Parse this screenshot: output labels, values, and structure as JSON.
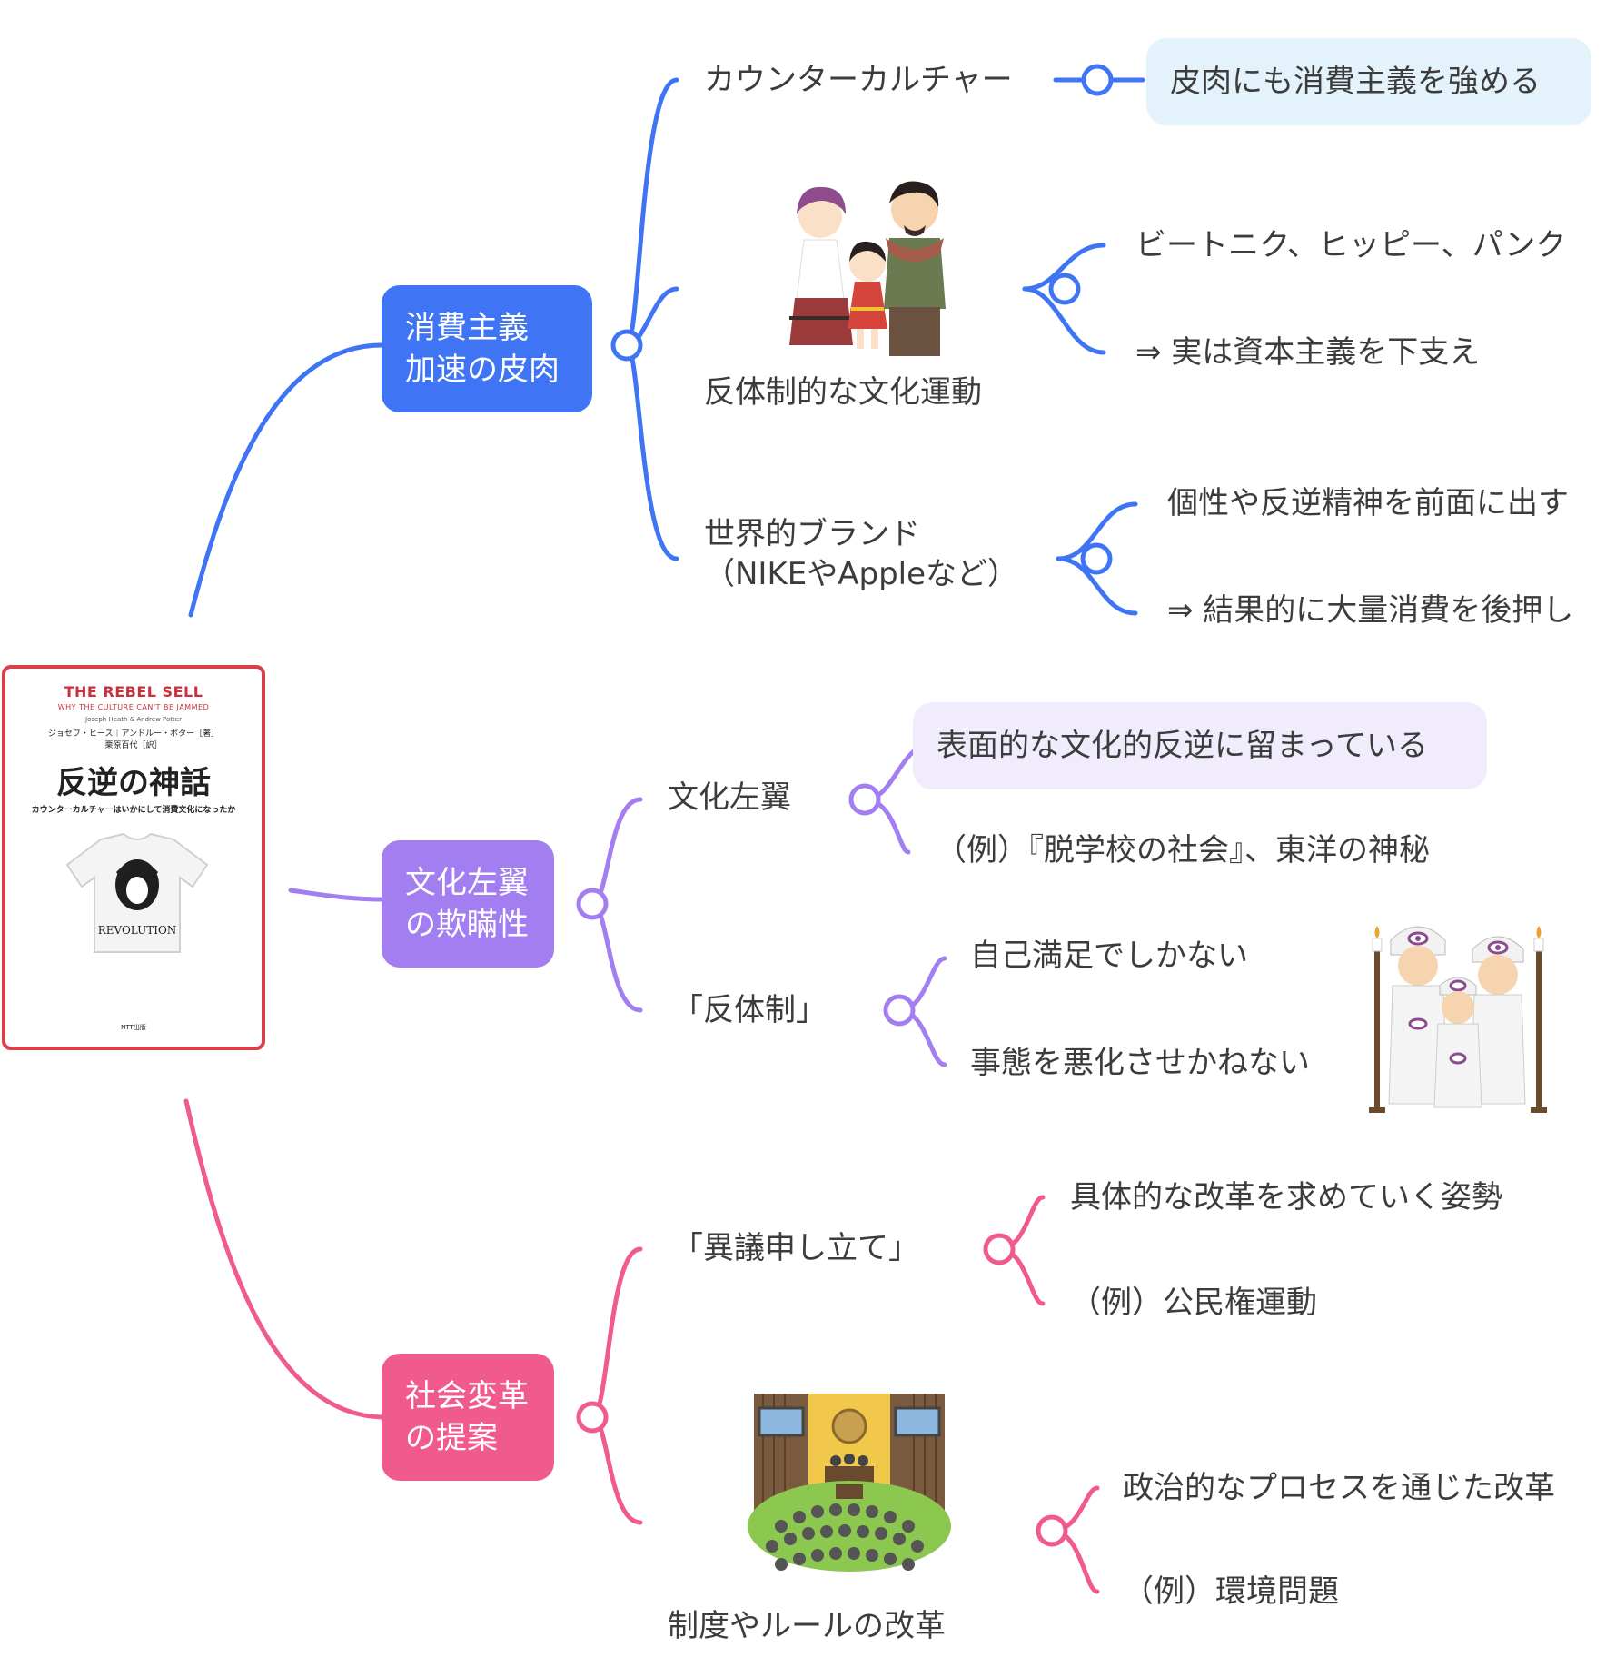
{
  "colors": {
    "blue": "#3f74f4",
    "purple": "#a27ef0",
    "pink": "#f05a8c",
    "blue_pill": "#e4f2fb",
    "purple_pill": "#f1ecfb",
    "book_border": "#d9404a"
  },
  "book": {
    "title_en": "THE REBEL SELL",
    "subtitle_en": "WHY THE CULTURE CAN'T BE JAMMED",
    "authors_en": "Joseph Heath & Andrew Potter",
    "authors_ja": "ジョセフ・ヒース｜アンドルー・ポター［著］",
    "translator": "栗原百代［訳］",
    "title_ja": "反逆の神話",
    "subtitle_ja": "カウンターカルチャーはいかにして消費文化になったか",
    "shirt_text": "REVOLUTION",
    "publisher": "NTT出版"
  },
  "branches": [
    {
      "id": "consumerism",
      "label_lines": [
        "消費主義",
        "加速の皮肉"
      ],
      "children": [
        {
          "label": "カウンターカルチャー",
          "children": [
            "皮肉にも消費主義を強める"
          ]
        },
        {
          "label": "反体制的な文化運動",
          "illustration": "family-icon",
          "children": [
            "ビートニク、ヒッピー、パンク",
            "⇒ 実は資本主義を下支え"
          ]
        },
        {
          "label_lines": [
            "世界的ブランド",
            "（NIKEやAppleなど）"
          ],
          "children": [
            "個性や反逆精神を前面に出す",
            "⇒ 結果的に大量消費を後押し"
          ]
        }
      ]
    },
    {
      "id": "cultural-left",
      "label_lines": [
        "文化左翼",
        "の欺瞞性"
      ],
      "children": [
        {
          "label": "文化左翼",
          "children": [
            "表面的な文化的反逆に留まっている",
            "（例）『脱学校の社会』、東洋の神秘"
          ]
        },
        {
          "label": "「反体制」",
          "illustration": "cult-icon",
          "children": [
            "自己満足でしかない",
            "事態を悪化させかねない"
          ]
        }
      ]
    },
    {
      "id": "social-reform",
      "label_lines": [
        "社会変革",
        "の提案"
      ],
      "children": [
        {
          "label": "「異議申し立て」",
          "children": [
            "具体的な改革を求めていく姿勢",
            "（例）公民権運動"
          ]
        },
        {
          "label": "制度やルールの改革",
          "illustration": "parliament-icon",
          "children": [
            "政治的なプロセスを通じた改革",
            "（例）環境問題"
          ]
        }
      ]
    }
  ]
}
